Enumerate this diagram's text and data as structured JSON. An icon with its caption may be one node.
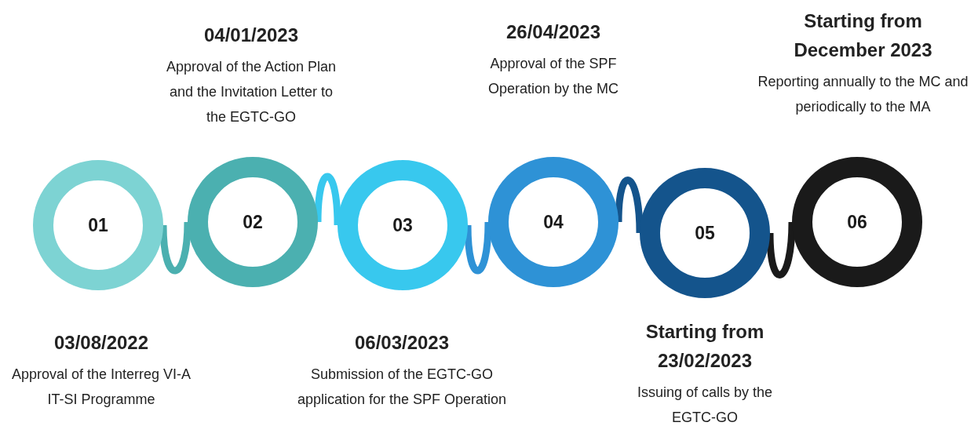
{
  "diagram": {
    "nodes": [
      {
        "text": [
          "01"
        ],
        "beside": [
          "03/08/2022",
          "Approval of the Interreg VI-A IT-SI Programme"
        ]
      },
      {
        "text": [
          "02"
        ],
        "beside": [
          "04/01/2023",
          "Approval of the Action Plan and the Invitation Letter to the EGTC-GO"
        ]
      },
      {
        "text": [
          "03"
        ],
        "beside": [
          "06/03/2023",
          "Submission of the EGTC-GO application for the SPF Operation"
        ]
      },
      {
        "text": [
          "04"
        ],
        "beside": [
          "26/04/2023",
          "Approval of the SPF Operation by the MC"
        ]
      },
      {
        "text": [
          "05"
        ],
        "beside": [
          "Starting from 23/02/2023",
          "Issuing of calls by the EGTC-GO"
        ]
      },
      {
        "text": [
          "06"
        ],
        "beside": [
          "Starting from December 2023",
          "Reporting annually to the MC and periodically to the MA"
        ]
      }
    ],
    "edges": [
      {
        "from": 0,
        "to": 1,
        "arrow": "none",
        "color": "#4bb0b0"
      },
      {
        "from": 1,
        "to": 2,
        "arrow": "none",
        "color": "#38c8ee"
      },
      {
        "from": 2,
        "to": 3,
        "arrow": "none",
        "color": "#2e92d6"
      },
      {
        "from": 3,
        "to": 4,
        "arrow": "none",
        "color": "#14548c"
      },
      {
        "from": 4,
        "to": 5,
        "arrow": "none",
        "color": "#1a1a1a"
      }
    ]
  }
}
